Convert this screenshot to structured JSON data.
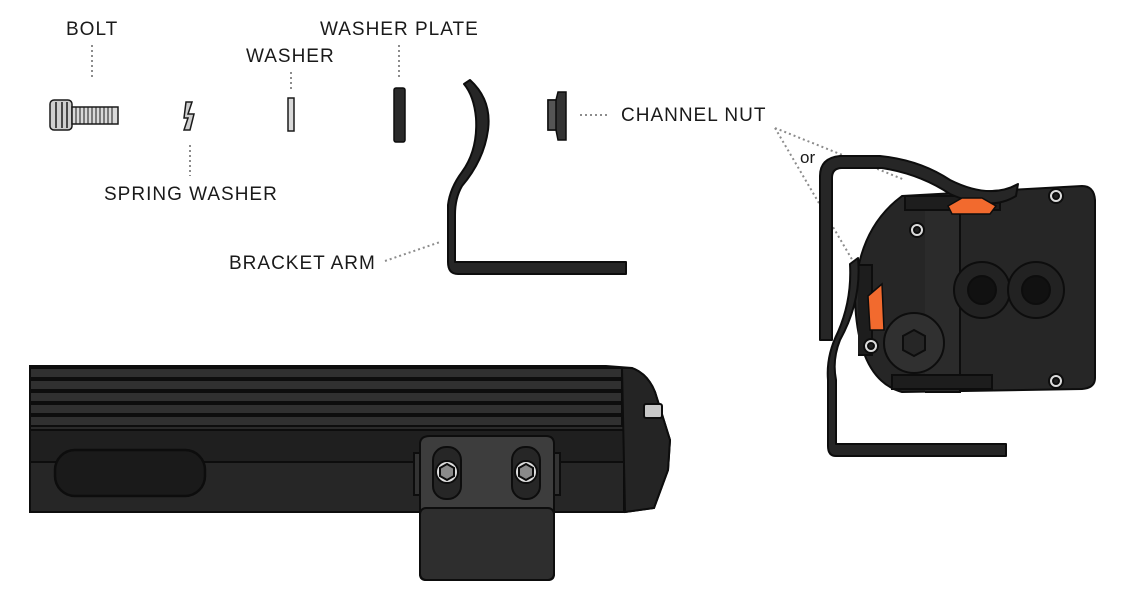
{
  "labels": {
    "bolt": "BOLT",
    "washer": "WASHER",
    "washer_plate": "WASHER PLATE",
    "spring_washer": "SPRING WASHER",
    "channel_nut": "CHANNEL NUT",
    "bracket_arm": "BRACKET ARM",
    "or": "or"
  },
  "colors": {
    "body": "#262626",
    "outline": "#0d0d0d",
    "mid_grey": "#3d3d3d",
    "light_grey": "#bdbdbd",
    "accent_orange": "#f26a2e",
    "leader": "#8c8c8c"
  }
}
